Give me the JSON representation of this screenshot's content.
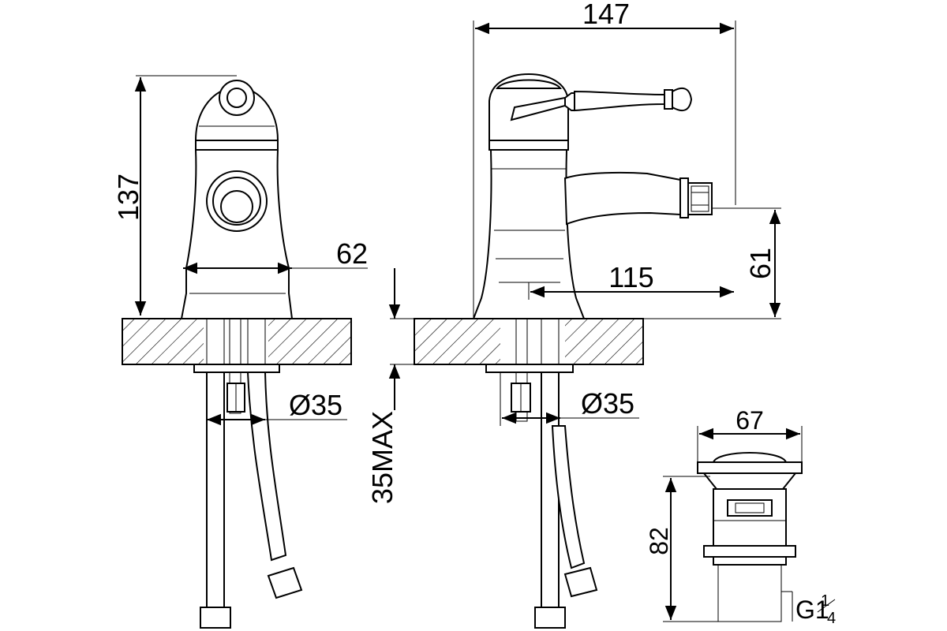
{
  "dimensions": {
    "front_height": "137",
    "base_width": "62",
    "overall_length": "147",
    "spout_reach": "115",
    "spout_height": "61",
    "hole_diameter_front": "Ø35",
    "hole_diameter_side": "Ø35",
    "max_thickness": "35MAX",
    "drain_width": "67",
    "drain_height": "82",
    "drain_thread": "G1",
    "drain_thread_num": "1",
    "drain_thread_den": "4"
  }
}
